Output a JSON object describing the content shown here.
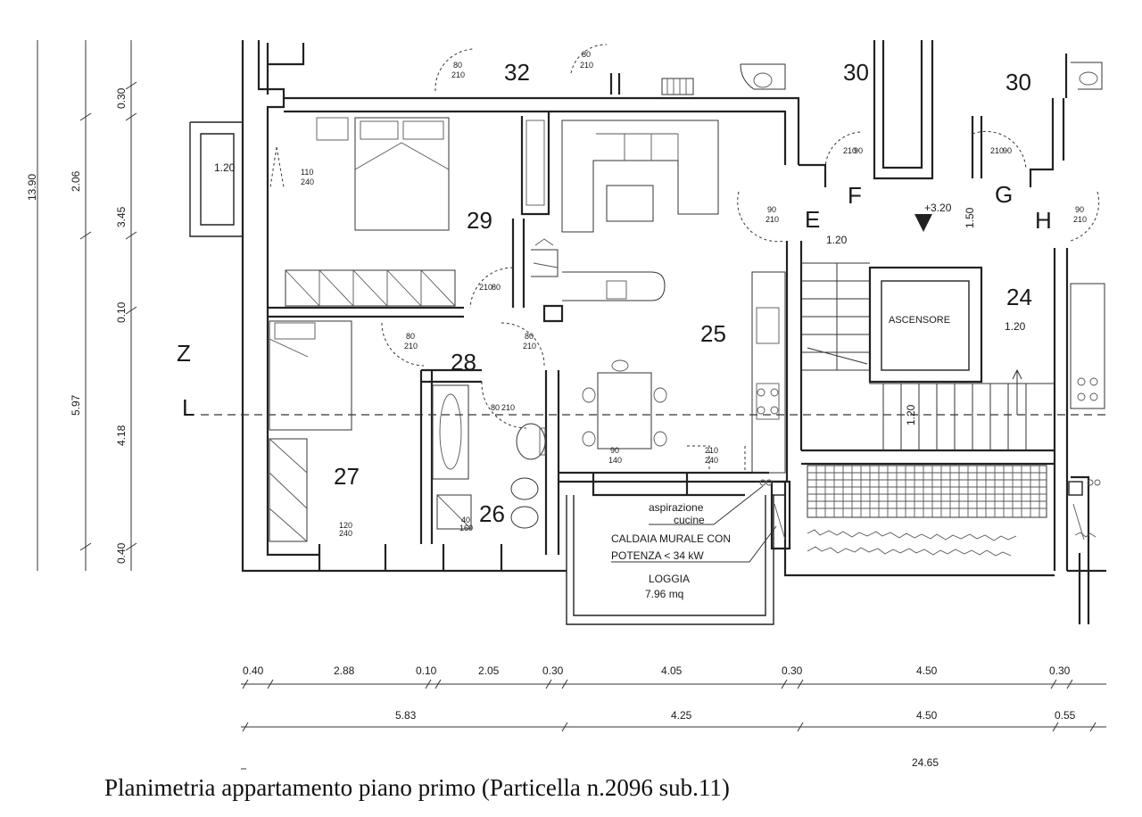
{
  "rooms": {
    "r32": "32",
    "r30a": "30",
    "r30b": "30",
    "r29": "29",
    "r28": "28",
    "r27": "27",
    "r26": "26",
    "r25": "25",
    "r24": "24"
  },
  "letters": {
    "E": "E",
    "F": "F",
    "G": "G",
    "H": "H",
    "Z": "Z",
    "L": "L"
  },
  "labels": {
    "ascensore": "ASCENSORE",
    "aspirazione_1": "aspirazione",
    "aspirazione_2": "cucine",
    "caldaia_1": "CALDAIA MURALE CON",
    "caldaia_2": "POTENZA < 34 kW",
    "loggia": "LOGGIA",
    "loggia_area": "7.96 mq",
    "level": "+3.20"
  },
  "door_codes": {
    "d32a_top": "80",
    "d32a_bot": "210",
    "d32b_top": "80",
    "d32b_bot": "210",
    "d_bal_top": "110",
    "d_bal_bot": "240",
    "dE_top": "90",
    "dE_bot": "210",
    "dF_top": "210",
    "dF_bot": "90",
    "dG_top": "210",
    "dG_bot": "90",
    "dH_top": "90",
    "dH_bot": "210",
    "d29_top": "210",
    "d29_bot": "80",
    "d27_top": "80",
    "d27_bot": "210",
    "d25_top": "80",
    "d25_bot": "210",
    "d26_top": "80",
    "d26_bot": "210",
    "win25a_top": "90",
    "win25a_bot": "140",
    "win25b_top": "210",
    "win25b_bot": "240",
    "win27_top": "120",
    "win27_bot": "240",
    "win26_top": "40",
    "win26_bot": "160"
  },
  "interior_dims": {
    "balcony": "1.20",
    "stair_w": "1.20",
    "stair_r": "1.50",
    "lift_side": "1.20",
    "lower_stair": "1.20"
  },
  "left_dims": {
    "total": "13.90",
    "a": [
      "0.30",
      "2.06",
      "3.45",
      "0.10",
      "5.97",
      "0.40"
    ],
    "b": [
      "4.18"
    ]
  },
  "bottom_dims": {
    "row1": [
      "0.40",
      "2.88",
      "0.10",
      "2.05",
      "0.30",
      "4.05",
      "0.30",
      "4.50",
      "0.30"
    ],
    "row2": [
      "5.83",
      "4.25",
      "4.50",
      "0.55"
    ],
    "total": "24.65"
  },
  "caption": "Planimetria appartamento piano primo (Particella n.2096 sub.11)"
}
